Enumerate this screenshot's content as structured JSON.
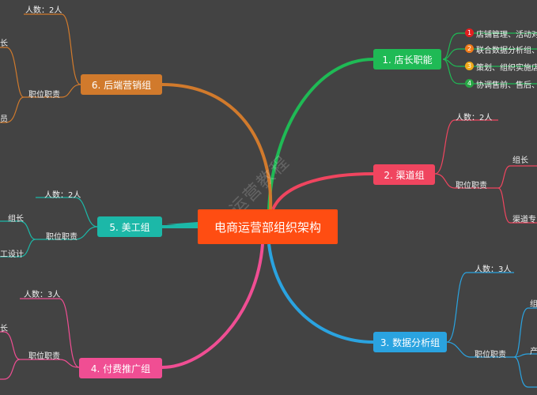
{
  "center": {
    "label": "电商运营部组织架构"
  },
  "watermark": "电商运营教程",
  "colors": {
    "background": "#434343",
    "center": "#ff4d12",
    "branch1": "#1fba55",
    "branch2": "#f0455f",
    "branch3": "#2aa3e0",
    "branch4": "#f04e93",
    "branch5": "#1cb8a8",
    "branch6": "#d17a2c"
  },
  "branch1": {
    "label": "1. 店长职能",
    "items": [
      {
        "num": "1",
        "text": "店铺管理、活动对",
        "color": "#e01f1f"
      },
      {
        "num": "2",
        "text": "联合数据分析组、",
        "color": "#f07a1a"
      },
      {
        "num": "3",
        "text": "策划、组织实施店",
        "color": "#f0a81a"
      },
      {
        "num": "4",
        "text": "协调售前、售后、",
        "color": "#28a745"
      }
    ]
  },
  "branch2": {
    "label": "2. 渠道组",
    "headcount": "人数：2人",
    "duty": "职位职责",
    "sub1": "组长",
    "sub2": "渠道专"
  },
  "branch3": {
    "label": "3. 数据分析组",
    "headcount": "人数：3人",
    "duty": "职位职责",
    "sub1": "组",
    "sub2": "产"
  },
  "branch4": {
    "label": "4. 付费推广组",
    "headcount": "人数：3人",
    "duty": "职位职责",
    "sub1": "长"
  },
  "branch5": {
    "label": "5. 美工组",
    "headcount": "人数：2人",
    "duty": "职位职责",
    "sub1": "组长",
    "sub2": "工设计"
  },
  "branch6": {
    "label": "6. 后端营销组",
    "headcount": "人数：2人",
    "duty": "职位职责",
    "sub1": "长",
    "sub2": "员"
  }
}
